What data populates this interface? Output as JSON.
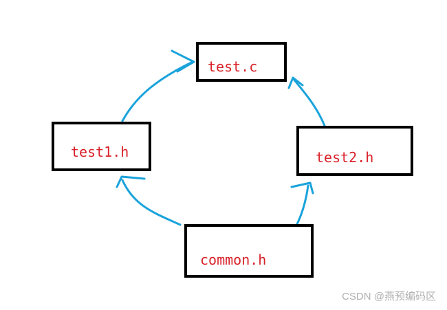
{
  "diagram": {
    "nodes": {
      "test_c": "test.c",
      "test1_h": "test1.h",
      "test2_h": "test2.h",
      "common_h": "common.h"
    },
    "edges": [
      {
        "from": "common.h",
        "to": "test1.h"
      },
      {
        "from": "common.h",
        "to": "test2.h"
      },
      {
        "from": "test1.h",
        "to": "test.c"
      },
      {
        "from": "test2.h",
        "to": "test.c"
      }
    ],
    "colors": {
      "box_border": "#000000",
      "label_text": "#d9222a",
      "arrow": "#1aa3db",
      "watermark": "#b0b0b0"
    }
  },
  "watermark": "CSDN @燕预编码区"
}
